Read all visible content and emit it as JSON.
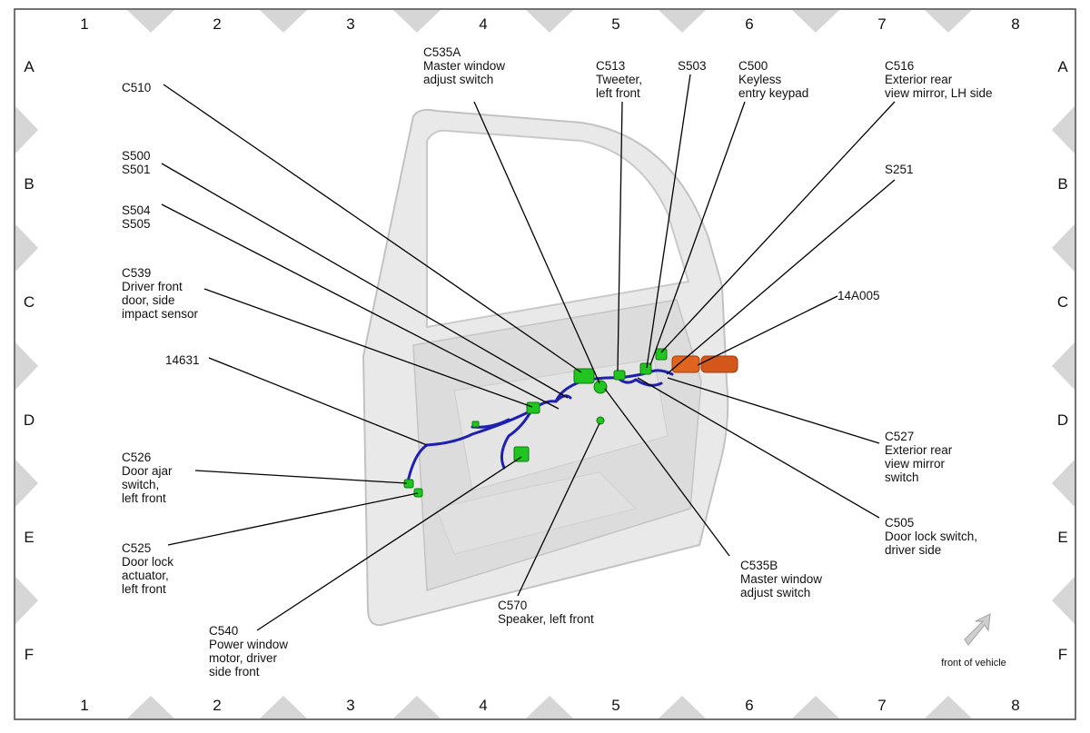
{
  "grid": {
    "columns": [
      "1",
      "2",
      "3",
      "4",
      "5",
      "6",
      "7",
      "8"
    ],
    "rows": [
      "A",
      "B",
      "C",
      "D",
      "E",
      "F"
    ]
  },
  "labels": {
    "c510": [
      "C510"
    ],
    "s500": [
      "S500",
      "S501"
    ],
    "s504": [
      "S504",
      "S505"
    ],
    "c539": [
      "C539",
      "Driver front",
      "door, side",
      "impact sensor"
    ],
    "l14631": [
      "14631"
    ],
    "c526": [
      "C526",
      "Door ajar",
      "switch,",
      "left front"
    ],
    "c525": [
      "C525",
      "Door lock",
      "actuator,",
      "left front"
    ],
    "c540": [
      "C540",
      "Power window",
      "motor, driver",
      "side front"
    ],
    "c570": [
      "C570",
      "Speaker, left front"
    ],
    "c535a": [
      "C535A",
      "Master window",
      "adjust switch"
    ],
    "c513": [
      "C513",
      "Tweeter,",
      "left front"
    ],
    "s503": [
      "S503"
    ],
    "c500": [
      "C500",
      "Keyless",
      "entry keypad"
    ],
    "c516": [
      "C516",
      "Exterior rear",
      "view mirror, LH side"
    ],
    "s251": [
      "S251"
    ],
    "l14a005": [
      "14A005"
    ],
    "c527": [
      "C527",
      "Exterior rear",
      "view mirror",
      "switch"
    ],
    "c505": [
      "C505",
      "Door lock switch,",
      "driver side"
    ],
    "c535b": [
      "C535B",
      "Master window",
      "adjust switch"
    ]
  },
  "front_of_vehicle": "front of vehicle",
  "colors": {
    "wire": "#1f1fb0",
    "connector": "#22c422",
    "mirror_connector": "#e0641e",
    "door_panel": "#e6e6e6",
    "grid_marker": "#d6d6d6"
  }
}
